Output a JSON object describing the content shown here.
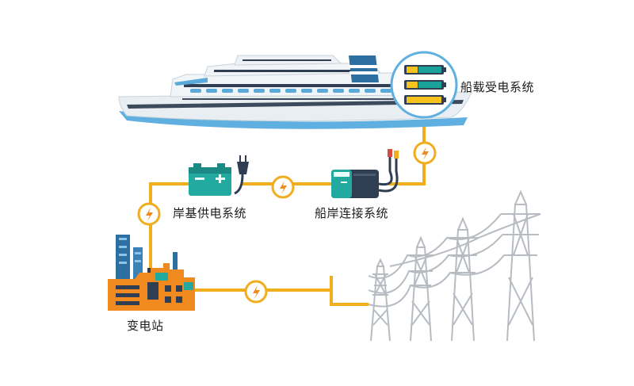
{
  "labels": {
    "onboard_system": "船载受电系统",
    "shore_supply": "岸基供电系统",
    "ship_shore_connection": "船岸连接系统",
    "substation": "变电站"
  },
  "colors": {
    "power_line": "#f0ad1e",
    "bolt_badge_ring": "#f0ad1e",
    "bolt": "#f08a1e",
    "ship_hull": "#e9eef2",
    "ship_waterline": "#5fb0e0",
    "battery_fill": "#f6c21c",
    "battery_teal": "#1aa29a",
    "tower": "#b7bcc2",
    "building_blue": "#2d6fa0",
    "factory_orange": "#f0891e"
  },
  "icons": [
    "cruise-ship-icon",
    "battery-pack-icon",
    "battery-icon",
    "plug-icon",
    "connector-box-icon",
    "probe-cable-icon",
    "lightning-bolt-icon",
    "substation-icon",
    "transmission-tower-icon"
  ]
}
